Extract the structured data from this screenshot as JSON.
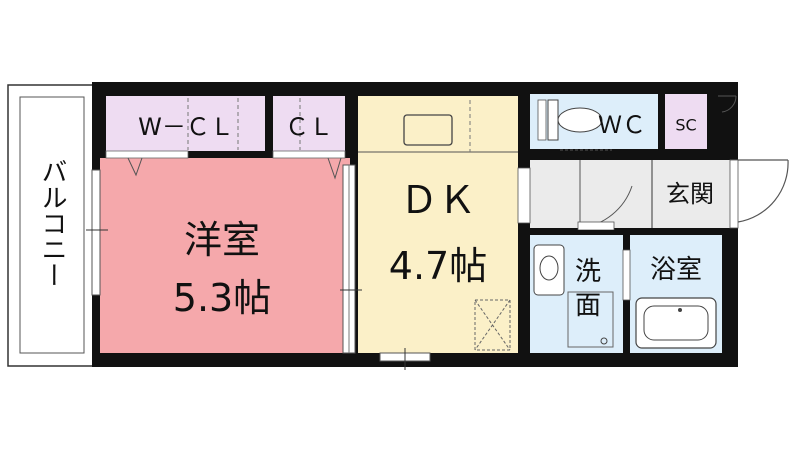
{
  "rooms": {
    "balcony": "バルコニー",
    "wcl": "W－ＣＬ",
    "cl": "ＣＬ",
    "western_room": {
      "name": "洋室",
      "size": "5.3帖"
    },
    "dk": {
      "name": "ＤＫ",
      "size": "4.7帖"
    },
    "wc": "ＷＣ",
    "sc": "SC",
    "entrance": "玄関",
    "washroom": [
      "洗",
      "面"
    ],
    "bathroom": "浴室"
  },
  "colors": {
    "western_room": "#f5a8ab",
    "dk": "#fbf0c8",
    "closet": "#eedcf2",
    "wet_area": "#ddeefa",
    "hall": "#ebebeb",
    "wall": "#111111"
  }
}
